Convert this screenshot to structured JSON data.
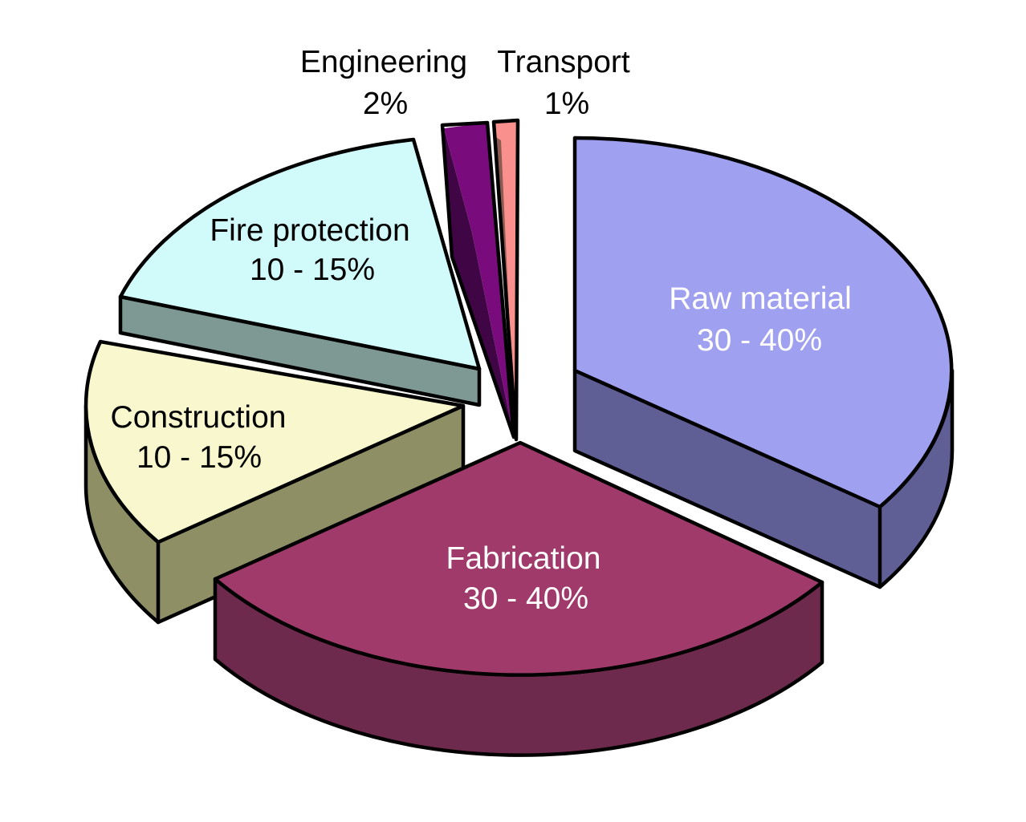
{
  "chart_data": {
    "type": "pie",
    "title": "",
    "style": "3d-exploded-pie",
    "background_color": "#FFFFFF",
    "outline_color": "#000000",
    "categories": [
      "Raw material",
      "Fabrication",
      "Construction",
      "Fire protection",
      "Engineering",
      "Transport"
    ],
    "values": [
      35,
      35,
      12.5,
      12.5,
      2,
      1
    ],
    "value_labels": [
      "30 - 40%",
      "30 - 40%",
      "10 - 15%",
      "10 - 15%",
      "2%",
      "1%"
    ],
    "legend_position": "none",
    "labels_on_slices": true,
    "slices": [
      {
        "id": "raw-material",
        "label": "Raw material",
        "value": "30 - 40%",
        "approx_share_pct": 35,
        "top_color": "#A0A0F0",
        "side_color": "#5F5F96",
        "label_color": "#FFFFFF"
      },
      {
        "id": "fabrication",
        "label": "Fabrication",
        "value": "30 - 40%",
        "approx_share_pct": 35,
        "top_color": "#A03A6B",
        "side_color": "#6E2A4D",
        "label_color": "#FFFFFF"
      },
      {
        "id": "construction",
        "label": "Construction",
        "value": "10 - 15%",
        "approx_share_pct": 12.5,
        "top_color": "#F8F7CD",
        "side_color": "#8F8F66",
        "label_color": "#000000"
      },
      {
        "id": "fire-protection",
        "label": "Fire protection",
        "value": "10 - 15%",
        "approx_share_pct": 12.5,
        "top_color": "#D1FBFB",
        "side_color": "#7E9894",
        "label_color": "#000000"
      },
      {
        "id": "engineering",
        "label": "Engineering",
        "value": "2%",
        "approx_share_pct": 2,
        "top_color": "#7A0B7C",
        "side_color": "#3F0545",
        "label_color": "#000000"
      },
      {
        "id": "transport",
        "label": "Transport",
        "value": "1%",
        "approx_share_pct": 1,
        "top_color": "#F9908D",
        "side_color": "#8B5A50",
        "label_color": "#000000"
      }
    ]
  }
}
